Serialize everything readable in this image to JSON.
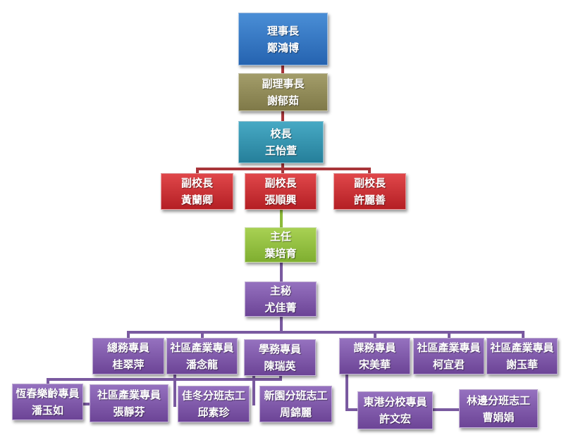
{
  "nodes": {
    "chairman": {
      "title": "理事長",
      "name": "鄭鴻博"
    },
    "vice_chairman": {
      "title": "副理事長",
      "name": "謝郁茹"
    },
    "principal": {
      "title": "校長",
      "name": "王怡萱"
    },
    "vp1": {
      "title": "副校長",
      "name": "黃蘭卿"
    },
    "vp2": {
      "title": "副校長",
      "name": "張順興"
    },
    "vp3": {
      "title": "副校長",
      "name": "許麗善"
    },
    "director": {
      "title": "主任",
      "name": "葉培育"
    },
    "secretary": {
      "title": "主秘",
      "name": "尤佳菁"
    },
    "general_affairs": {
      "title": "總務專員",
      "name": "桂翠萍"
    },
    "community1": {
      "title": "社區產業專員",
      "name": "潘念龍"
    },
    "student_affairs": {
      "title": "學務專員",
      "name": "陳瑞英"
    },
    "curriculum": {
      "title": "課務專員",
      "name": "宋美華"
    },
    "community2": {
      "title": "社區產業專員",
      "name": "柯宜君"
    },
    "community3": {
      "title": "社區產業專員",
      "name": "謝玉華"
    },
    "hengchun": {
      "title": "恆春樂齡專員",
      "name": "潘玉如"
    },
    "community4": {
      "title": "社區產業專員",
      "name": "張靜芬"
    },
    "jiadong": {
      "title": "佳冬分班志工",
      "name": "邱素珍"
    },
    "xinyuan": {
      "title": "新園分班志工",
      "name": "周錦麗"
    },
    "donggang": {
      "title": "東港分校專員",
      "name": "許文宏"
    },
    "linbian": {
      "title": "林邊分班志工",
      "name": "曹娟娟"
    }
  }
}
